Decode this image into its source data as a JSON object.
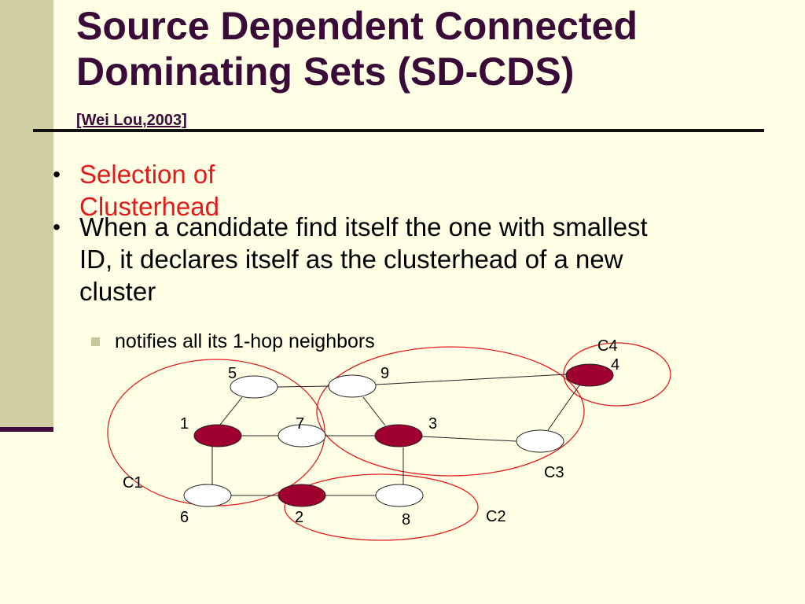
{
  "slide": {
    "title_line1": "Source Dependent Connected",
    "title_line2": "Dominating Sets (SD-CDS)",
    "citation": "[Wei Lou,2003]",
    "bullets": [
      "Selection of Clusterhead",
      "When a candidate find itself the one with smallest ID, it declares itself as the clusterhead of a new cluster"
    ],
    "sub_bullet": "notifies all its 1-hop neighbors"
  },
  "colors": {
    "clusterhead_fill": "#a00030",
    "node_fill": "#ffffff",
    "cluster_outline": "#e02020",
    "highlight_text": "#e21a1a",
    "title_text": "#3a0a38"
  },
  "graph": {
    "nodes": [
      {
        "id": "5",
        "clusterhead": false
      },
      {
        "id": "9",
        "clusterhead": false
      },
      {
        "id": "4",
        "clusterhead": true
      },
      {
        "id": "1",
        "clusterhead": true
      },
      {
        "id": "7",
        "clusterhead": false
      },
      {
        "id": "3",
        "clusterhead": true
      },
      {
        "id": "C3node",
        "clusterhead": false
      },
      {
        "id": "6",
        "clusterhead": false
      },
      {
        "id": "2",
        "clusterhead": true
      },
      {
        "id": "8",
        "clusterhead": false
      }
    ],
    "node_labels": [
      "5",
      "9",
      "4",
      "1",
      "7",
      "3",
      "6",
      "2",
      "8"
    ],
    "edges": [
      [
        "5",
        "9"
      ],
      [
        "5",
        "1"
      ],
      [
        "9",
        "3"
      ],
      [
        "9",
        "4"
      ],
      [
        "1",
        "7"
      ],
      [
        "7",
        "3"
      ],
      [
        "3",
        "C3node"
      ],
      [
        "C3node",
        "4"
      ],
      [
        "1",
        "6"
      ],
      [
        "6",
        "2"
      ],
      [
        "2",
        "8"
      ],
      [
        "8",
        "3"
      ]
    ],
    "clusters": [
      "C1",
      "C2",
      "C3",
      "C4"
    ]
  }
}
